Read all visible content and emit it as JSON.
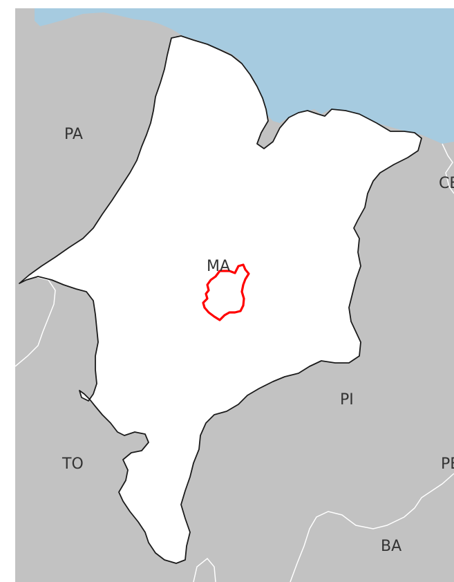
{
  "map": {
    "labels": {
      "pa": "PA",
      "ma": "MA",
      "ce": "CE",
      "to": "TO",
      "pi": "PI",
      "pe": "PE",
      "ba": "BA"
    },
    "colors": {
      "ocean": "#a6cbe0",
      "neighbor_states": "#c2c2c2",
      "focus_state": "#ffffff",
      "state_border": "#ffffff",
      "coastline": "#1a1a1a",
      "highlight": "#ff0000",
      "label": "#333333"
    }
  }
}
